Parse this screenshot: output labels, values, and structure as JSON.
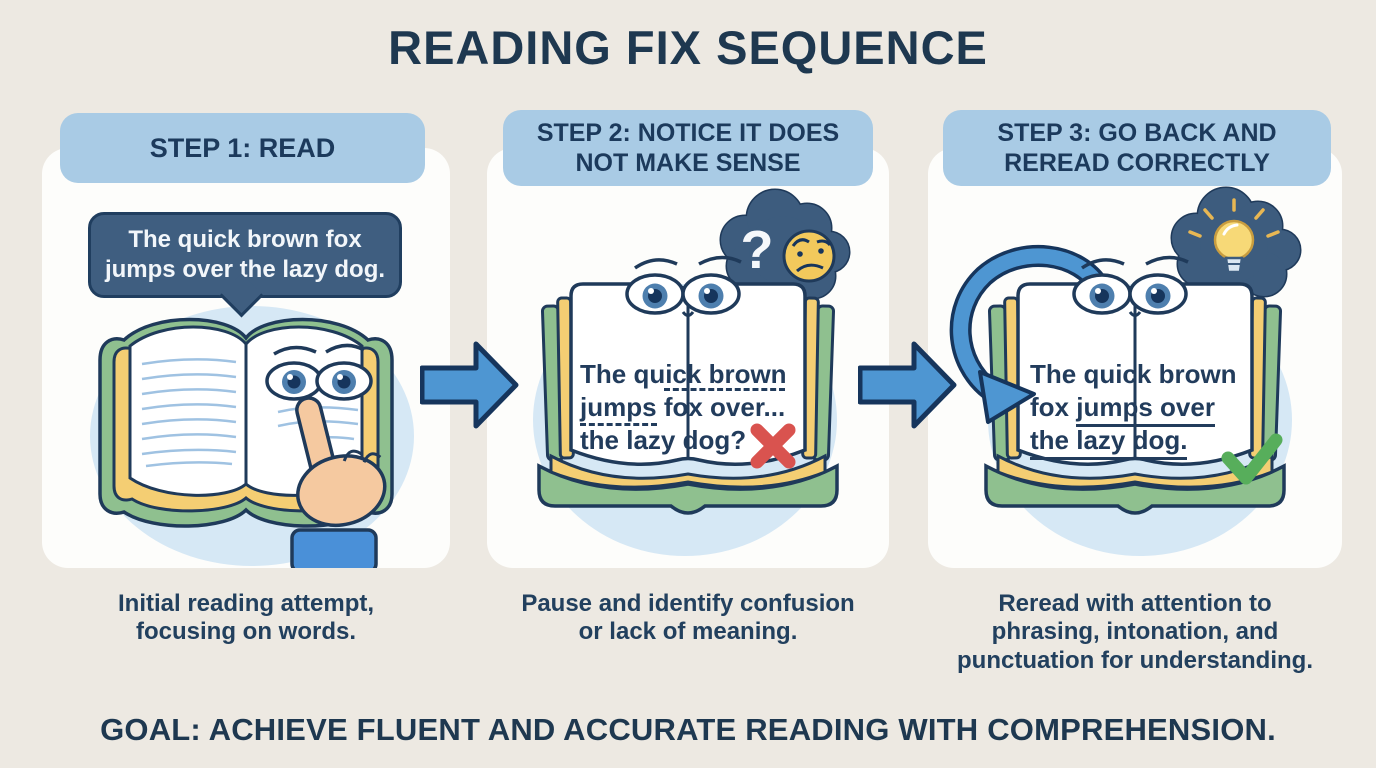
{
  "title": "READING FIX SEQUENCE",
  "goal": "GOAL: ACHIEVE FLUENT AND ACCURATE READING WITH COMPREHENSION.",
  "colors": {
    "background": "#EDE9E2",
    "navy_text": "#1E3850",
    "header_blue": "#A9CBE5",
    "card_white": "#FDFDFB",
    "speech_bubble_blue": "#3F5E80",
    "thought_bubble_blue": "#3D5C7E",
    "arrow_blue": "#4E96D2",
    "spotlight_blue": "#D6E8F5",
    "book_green": "#8FC08F",
    "book_yellow": "#F4CE73",
    "error_red": "#D9534F",
    "success_green": "#57AE5B",
    "emoji_yellow": "#F2C95C"
  },
  "steps": [
    {
      "header": "STEP 1: READ",
      "speech_bubble": "The quick brown fox\njumps over the lazy dog.",
      "caption": "Initial reading attempt,\nfocusing on words."
    },
    {
      "header": "STEP 2: NOTICE IT DOES\nNOT MAKE SENSE",
      "thought_symbol": "?",
      "book": {
        "line1": "The quick brown",
        "line2_a": "jumps",
        "line2_b": "fox over...",
        "line3": "the lazy dog?"
      },
      "caption": "Pause and identify confusion\nor lack of meaning."
    },
    {
      "header": "STEP 3: GO BACK AND\nREREAD CORRECTLY",
      "book": {
        "line1": "The quick brown",
        "line2_a": "fox",
        "line2_b": "jumps over",
        "line3": "the lazy dog."
      },
      "caption": "Reread with attention to\nphrasing, intonation, and\npunctuation for understanding."
    }
  ]
}
